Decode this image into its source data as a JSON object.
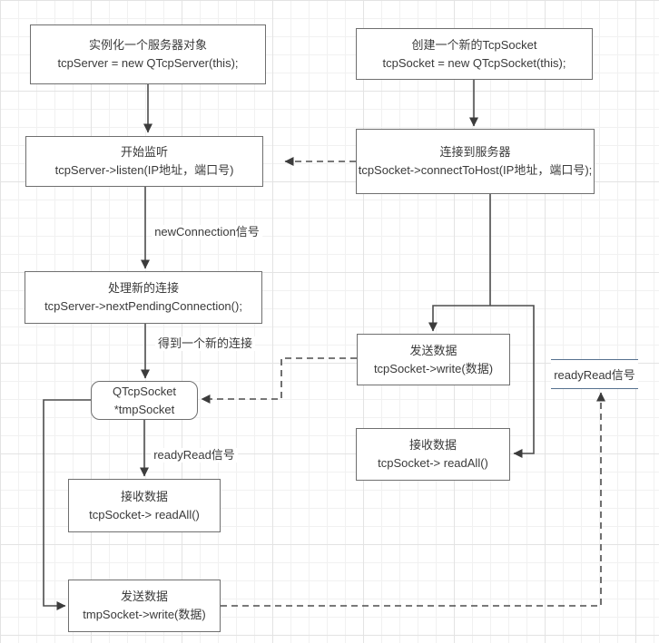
{
  "colors": {
    "box_border": "#6f6f6f",
    "box_fill": "#ffffff",
    "text": "#3a3a3a",
    "connector": "#4d4d4d",
    "readyread_rule": "#56718f",
    "grid_minor": "#f1f1f1",
    "grid_major": "#e3e3e3"
  },
  "server": {
    "instantiate": {
      "title": "实例化一个服务器对象",
      "code": "tcpServer = new QTcpServer(this);"
    },
    "listen": {
      "title": "开始监听",
      "code": "tcpServer->listen(IP地址，端口号)"
    },
    "new_connection_label": "newConnection信号",
    "handle": {
      "title": "处理新的连接",
      "code": "tcpServer->nextPendingConnection();"
    },
    "got_connection_label": "得到一个新的连接",
    "tmp_socket": {
      "title": "QTcpSocket",
      "code": "*tmpSocket"
    },
    "ready_read_label": "readyRead信号",
    "receive": {
      "title": "接收数据",
      "code": "tcpSocket-> readAll()"
    },
    "send": {
      "title": "发送数据",
      "code": "tmpSocket->write(数据)"
    }
  },
  "client": {
    "create": {
      "title": "创建一个新的TcpSocket",
      "code": "tcpSocket = new QTcpSocket(this);"
    },
    "connect": {
      "title": "连接到服务器",
      "code": "tcpSocket->connectToHost(IP地址，端口号);"
    },
    "send": {
      "title": "发送数据",
      "code": "tcpSocket->write(数据)"
    },
    "receive": {
      "title": "接收数据",
      "code": "tcpSocket-> readAll()"
    },
    "ready_read_label": "readyRead信号"
  }
}
